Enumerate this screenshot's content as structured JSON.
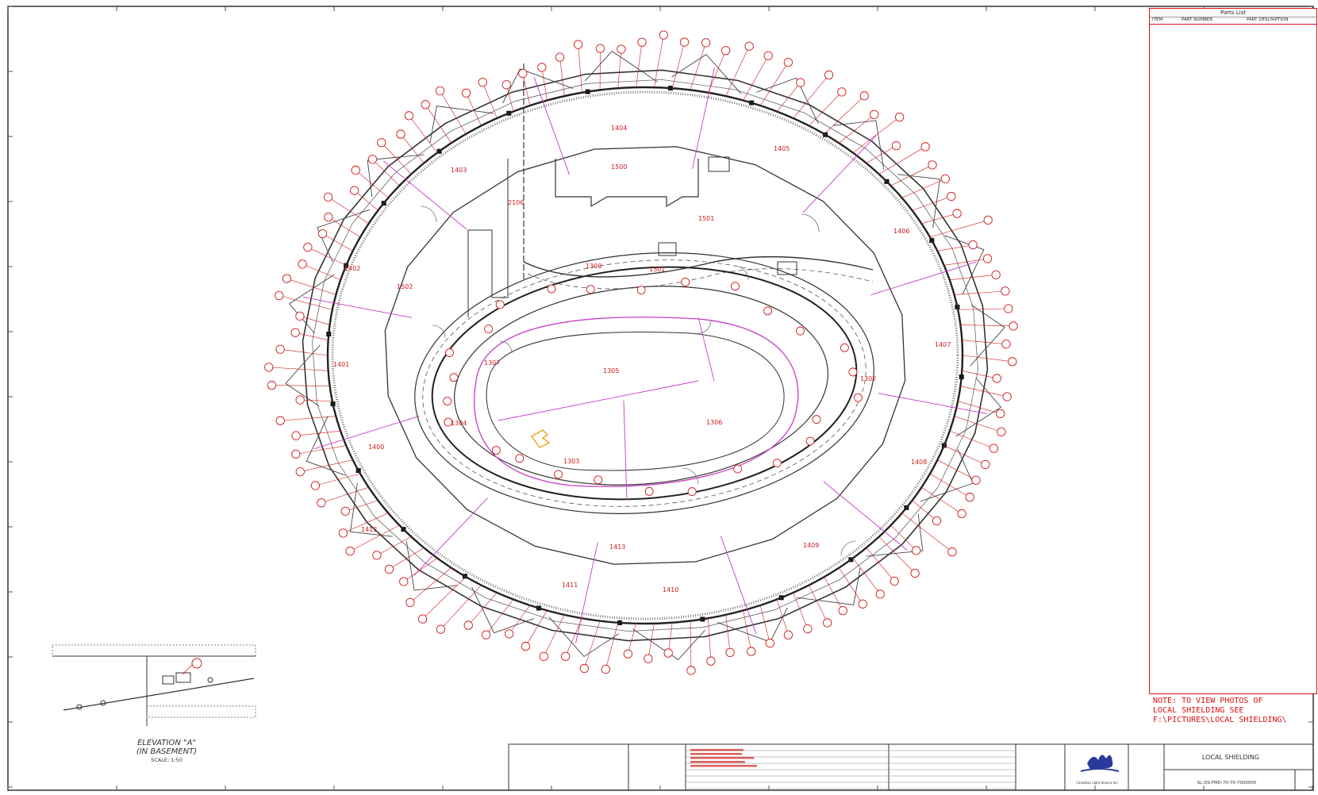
{
  "drawing": {
    "elevation_caption": [
      "ELEVATION \"A\"",
      "(IN BASEMENT)",
      "SCALE: 1:50"
    ],
    "note_lines": [
      "NOTE:  TO VIEW PHOTOS OF",
      "LOCAL SHIELDING SEE",
      "F:\\PICTURES\\LOCAL SHIELDING\\"
    ],
    "title_block": {
      "title": "LOCAL SHIELDING",
      "drawing_number": "SL-DS-FMD-70-70-7000000",
      "logo_name": "Canadian Light Source Inc."
    },
    "parts_list": {
      "title": "Parts List",
      "col_item": "ITEM",
      "col_part": "PART NUMBER",
      "col_desc": "PART DESCRIPTION"
    },
    "section_labels": [
      "1300",
      "1301",
      "1302",
      "1303",
      "1304",
      "1305",
      "1306",
      "1307",
      "1400",
      "1401",
      "1402",
      "1403",
      "1404",
      "1405",
      "1406",
      "1407",
      "1408",
      "1409",
      "1410",
      "1411",
      "1412",
      "1413",
      "1500",
      "1501",
      "1502",
      "2106"
    ],
    "accent_colors": {
      "red": "#d11a1a",
      "magenta": "#c83cc8",
      "linework": "#333333",
      "highlight": "#e8a317",
      "logo": "#2a3a9a"
    }
  }
}
